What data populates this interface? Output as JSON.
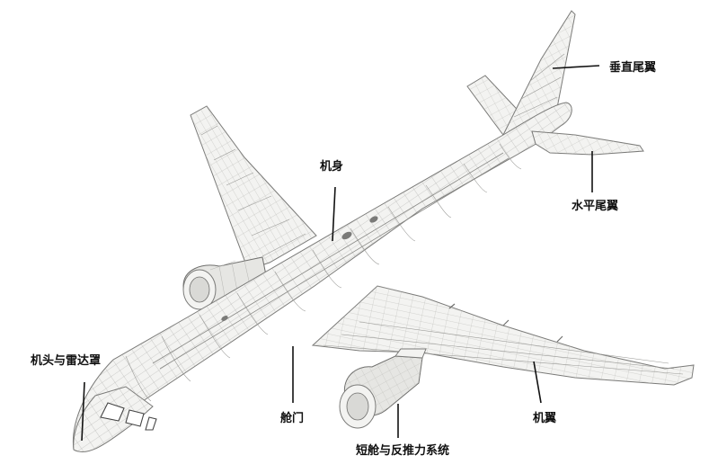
{
  "labels": {
    "vertical_tail": "垂直尾翼",
    "fuselage": "机身",
    "horizontal_tail": "水平尾翼",
    "nose_radome": "机头与雷达罩",
    "door": "舱门",
    "wing": "机翼",
    "nacelle_reverser": "短舱与反推力系统"
  }
}
